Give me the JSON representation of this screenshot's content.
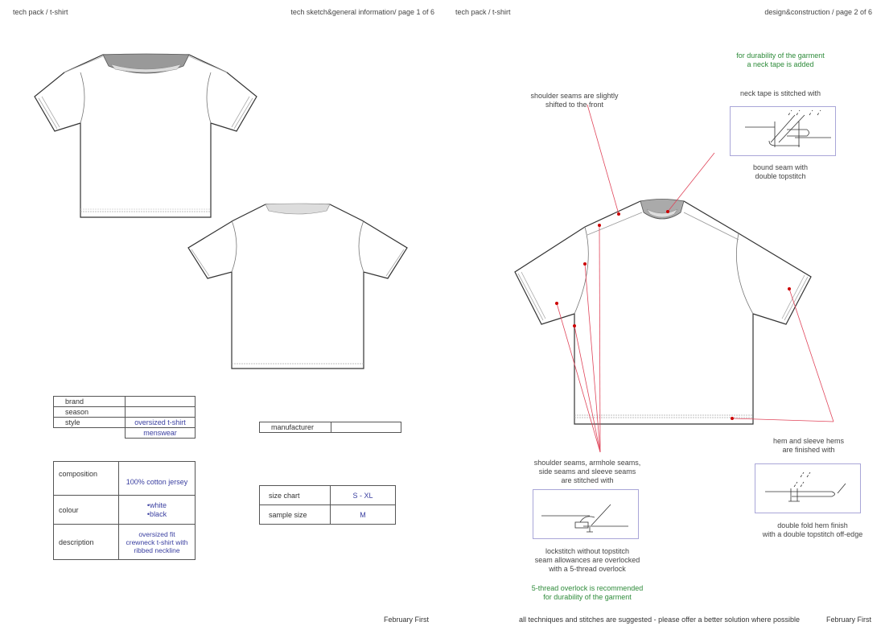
{
  "page1": {
    "header_left": "tech pack / t-shirt",
    "header_right": "tech sketch&general information/ page 1 of 6",
    "info_table": {
      "rows": [
        {
          "label": "brand",
          "value": ""
        },
        {
          "label": "season",
          "value": ""
        },
        {
          "label": "style",
          "value": "oversized t-shirt"
        },
        {
          "label": "",
          "value": "menswear"
        }
      ]
    },
    "details_table": {
      "rows": [
        {
          "label": "composition",
          "value": "100% cotton jersey"
        },
        {
          "label": "colour",
          "value_lines": [
            "•white",
            "•black"
          ]
        },
        {
          "label": "description",
          "value_lines": [
            "oversized fit",
            "crewneck t-shirt with",
            "ribbed neckline"
          ]
        }
      ]
    },
    "manufacturer_table": {
      "label": "manufacturer",
      "value": ""
    },
    "size_table": {
      "rows": [
        {
          "label": "size chart",
          "value": "S - XL"
        },
        {
          "label": "sample size",
          "value": "M"
        }
      ]
    },
    "footer": "February First"
  },
  "page2": {
    "header_left": "tech pack / t-shirt",
    "header_right": "design&construction / page 2 of 6",
    "neck_tape_note": [
      "for durability of the garment",
      "a neck tape is added"
    ],
    "neck_tape_title": "neck tape is stitched with",
    "neck_tape_caption": [
      "bound seam with",
      "double topstitch"
    ],
    "shoulder_note": [
      "shoulder seams are slightly",
      "shifted to the front"
    ],
    "seams_title": [
      "shoulder seams, armhole seams,",
      "side seams and sleeve seams",
      "are stitched with"
    ],
    "seams_caption": [
      "lockstitch without topstitch",
      "seam allowances are overlocked",
      "with a 5-thread overlock"
    ],
    "overlock_note": [
      "5-thread overlock is recommended",
      "for durability of the garment"
    ],
    "hem_title": [
      "hem and sleeve hems",
      "are finished with"
    ],
    "hem_caption": [
      "double fold hem finish",
      "with a double topstitch off-edge"
    ],
    "footer_note": "all techniques and stitches are suggested - please offer a better solution where possible",
    "footer": "February First"
  },
  "colors": {
    "annotation_line": "#e0455a",
    "annotation_dot": "#cc0000",
    "green_note": "#2e8b3a",
    "value_blue": "#3a3fa0",
    "box_border": "#a9a6d8"
  }
}
